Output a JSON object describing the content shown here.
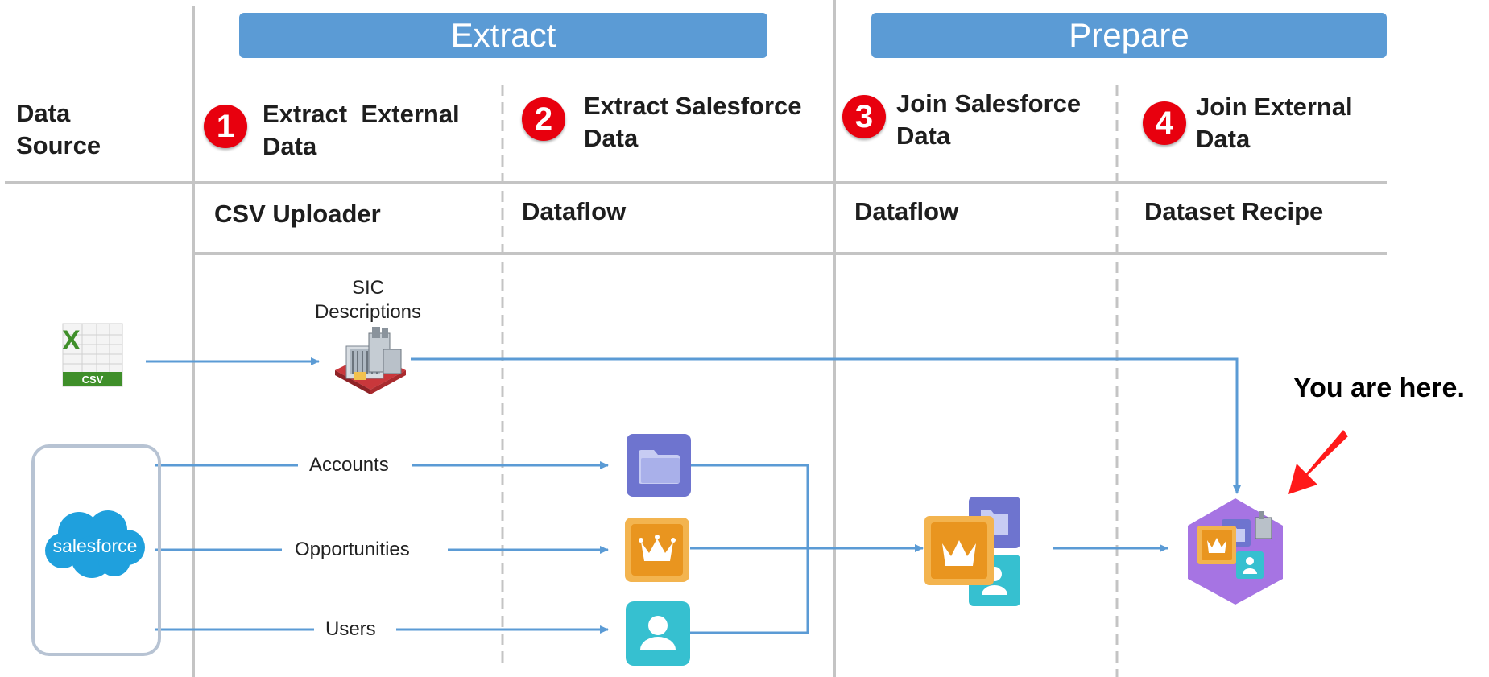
{
  "phases": {
    "extract": "Extract",
    "prepare": "Prepare"
  },
  "data_source": {
    "line1": "Data",
    "line2": "Source"
  },
  "steps": [
    {
      "number": "1",
      "line1": "Extract  External",
      "line2": "Data"
    },
    {
      "number": "2",
      "line1": "Extract Salesforce",
      "line2": "Data"
    },
    {
      "number": "3",
      "line1": "Join Salesforce",
      "line2": "Data"
    },
    {
      "number": "4",
      "line1": "Join External",
      "line2": "Data"
    }
  ],
  "tools": [
    "CSV Uploader",
    "Dataflow",
    "Dataflow",
    "Dataset Recipe"
  ],
  "sources": {
    "csv_label": "CSV",
    "csv_letter": "X",
    "salesforce_label": "salesforce"
  },
  "sic": {
    "line1": "SIC",
    "line2": "Descriptions"
  },
  "flows": {
    "accounts": "Accounts",
    "opportunities": "Opportunities",
    "users": "Users"
  },
  "callout": "You are here.",
  "colors": {
    "phase_bar": "#5b9bd5",
    "badge": "#e8000e",
    "arrow": "#5b9bd5",
    "folder_tile": "#7b7fd6",
    "crown_tile": "#f0a33a",
    "user_tile": "#36c0d0",
    "hexagon": "#a674e3",
    "pointer": "#ff1a1a",
    "salesforce_cloud": "#1fa0dd",
    "excel_green": "#3f8f2a"
  }
}
